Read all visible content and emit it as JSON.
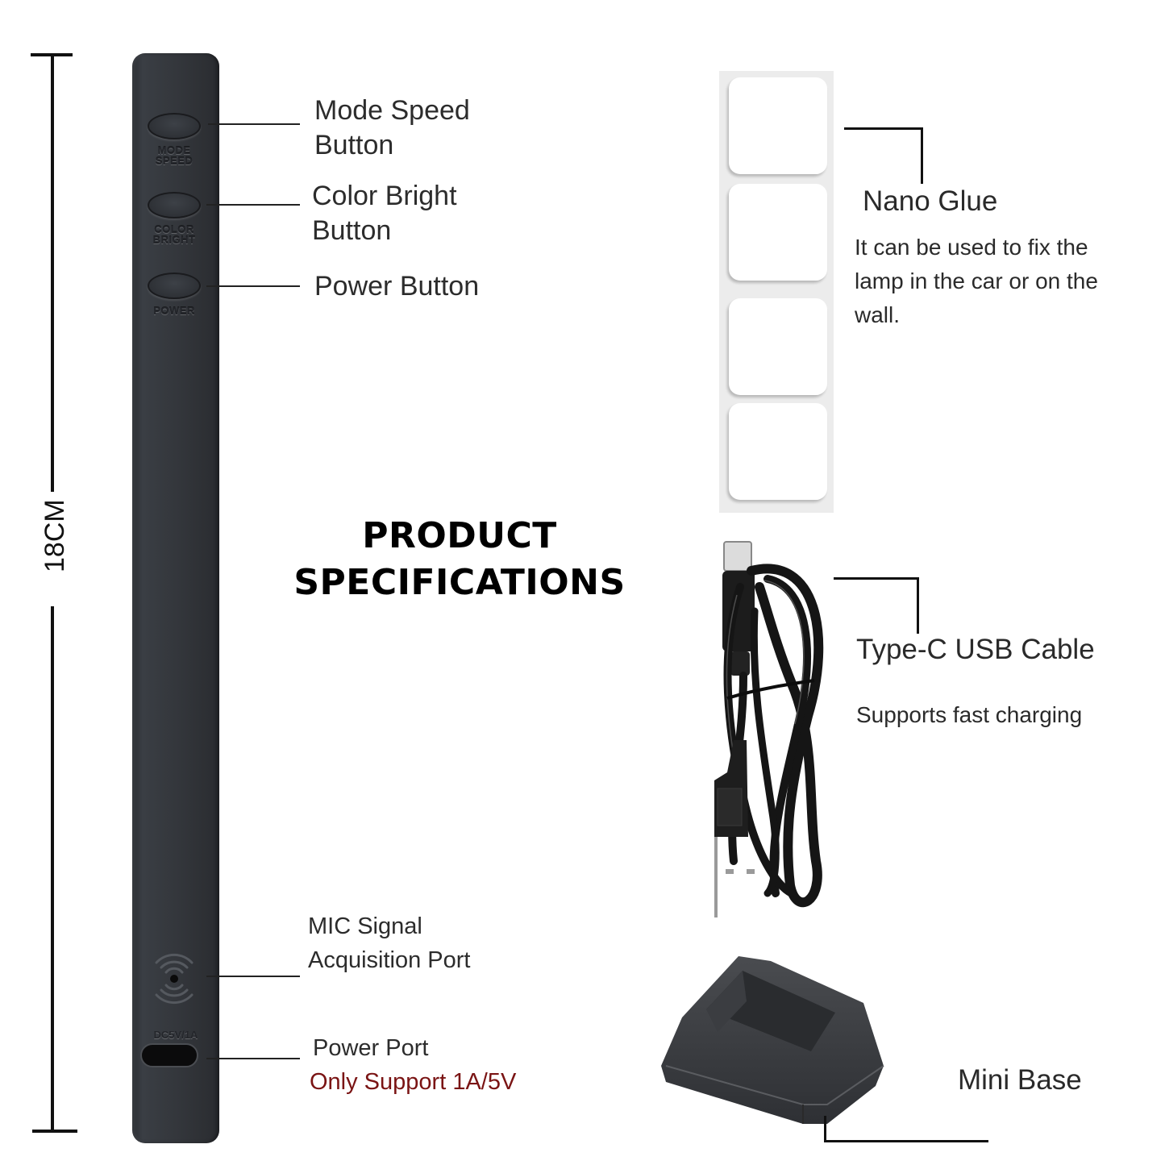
{
  "title": {
    "line1": "PRODUCT",
    "line2": "SPECIFICATIONS"
  },
  "dimension": {
    "label": "18CM"
  },
  "lamp": {
    "buttons": [
      {
        "imprint_line1": "MODE",
        "imprint_line2": "SPEED",
        "callout_line1": "Mode Speed",
        "callout_line2": "Button"
      },
      {
        "imprint_line1": "COLOR",
        "imprint_line2": "BRIGHT",
        "callout_line1": "Color Bright",
        "callout_line2": "Button"
      },
      {
        "imprint_line1": "POWER",
        "imprint_line2": "",
        "callout_line1": "Power Button",
        "callout_line2": ""
      }
    ],
    "mic": {
      "callout_line1": "MIC Signal",
      "callout_line2": "Acquisition Port"
    },
    "power_port": {
      "imprint": "DC5V/1A",
      "callout": "Power Port",
      "warning": "Only Support 1A/5V"
    }
  },
  "accessories": [
    {
      "name": "Nano Glue",
      "description": "It can be used to fix the\nlamp in the car or on the\n wall."
    },
    {
      "name": "Type-C USB Cable",
      "description": "Supports fast charging"
    },
    {
      "name": "Mini Base",
      "description": ""
    }
  ],
  "colors": {
    "lamp_body": "#33363b",
    "text": "#2c2c2c",
    "warning_text": "#7a1414",
    "title_text": "#000000",
    "glue_backing": "#ececec"
  },
  "icons": {
    "mic": "mic-signal-icon",
    "usb_port": "usb-c-port-icon",
    "cable": "usb-cable-illustration",
    "base": "mini-base-illustration"
  }
}
